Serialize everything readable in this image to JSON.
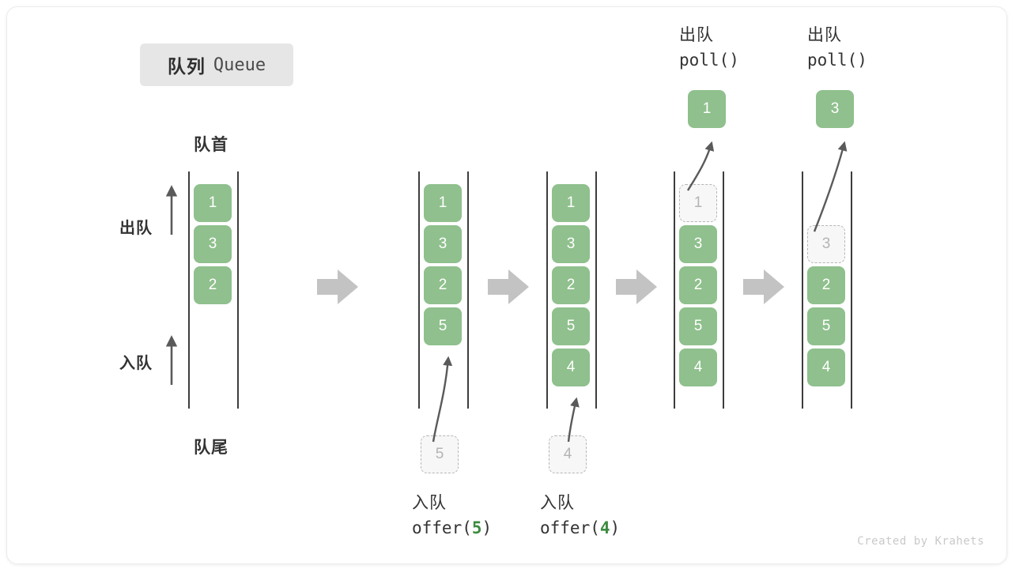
{
  "title": {
    "cn": "队列",
    "en": "Queue"
  },
  "labels": {
    "front": "队首",
    "rear": "队尾",
    "dequeue_side": "出队",
    "enqueue_side": "入队"
  },
  "colors": {
    "cell_fill": "#8fc08d",
    "cell_text": "#ffffff",
    "ghost_fill": "#f7f7f7",
    "ghost_border": "#b6b6b6",
    "ghost_text": "#b4b4b4",
    "rail": "#3d3d3d",
    "arrow": "#5a5a5a",
    "step_arrow": "#c3c3c3",
    "badge_bg": "#e6e6e6",
    "code_arg": "#3d8b40",
    "credit": "#c9c9c9"
  },
  "credit": "Created by Krahets",
  "steps": [
    {
      "id": "initial",
      "cells": [
        {
          "value": "1",
          "slot": 0,
          "state": "filled"
        },
        {
          "value": "3",
          "slot": 1,
          "state": "filled"
        },
        {
          "value": "2",
          "slot": 2,
          "state": "filled"
        }
      ],
      "caption_top": null,
      "caption_bottom": null,
      "ghost_outside": null,
      "popped": null
    },
    {
      "id": "offer-5",
      "cells": [
        {
          "value": "1",
          "slot": 0,
          "state": "filled"
        },
        {
          "value": "3",
          "slot": 1,
          "state": "filled"
        },
        {
          "value": "2",
          "slot": 2,
          "state": "filled"
        },
        {
          "value": "5",
          "slot": 3,
          "state": "filled"
        }
      ],
      "caption_bottom": {
        "cn": "入队",
        "code_prefix": "offer(",
        "code_arg": "5",
        "code_suffix": ")"
      },
      "ghost_outside": {
        "value": "5",
        "position": "bottom"
      },
      "popped": null
    },
    {
      "id": "offer-4",
      "cells": [
        {
          "value": "1",
          "slot": 0,
          "state": "filled"
        },
        {
          "value": "3",
          "slot": 1,
          "state": "filled"
        },
        {
          "value": "2",
          "slot": 2,
          "state": "filled"
        },
        {
          "value": "5",
          "slot": 3,
          "state": "filled"
        },
        {
          "value": "4",
          "slot": 4,
          "state": "filled"
        }
      ],
      "caption_bottom": {
        "cn": "入队",
        "code_prefix": "offer(",
        "code_arg": "4",
        "code_suffix": ")"
      },
      "ghost_outside": {
        "value": "4",
        "position": "bottom"
      },
      "popped": null
    },
    {
      "id": "poll-1",
      "cells": [
        {
          "value": "1",
          "slot": 0,
          "state": "ghost"
        },
        {
          "value": "3",
          "slot": 1,
          "state": "filled"
        },
        {
          "value": "2",
          "slot": 2,
          "state": "filled"
        },
        {
          "value": "5",
          "slot": 3,
          "state": "filled"
        },
        {
          "value": "4",
          "slot": 4,
          "state": "filled"
        }
      ],
      "caption_top": {
        "cn": "出队",
        "code_prefix": "poll(",
        "code_arg": "",
        "code_suffix": ")"
      },
      "popped": {
        "value": "1"
      }
    },
    {
      "id": "poll-3",
      "cells": [
        {
          "value": "3",
          "slot": 1,
          "state": "ghost"
        },
        {
          "value": "2",
          "slot": 2,
          "state": "filled"
        },
        {
          "value": "5",
          "slot": 3,
          "state": "filled"
        },
        {
          "value": "4",
          "slot": 4,
          "state": "filled"
        }
      ],
      "caption_top": {
        "cn": "出队",
        "code_prefix": "poll(",
        "code_arg": "",
        "code_suffix": ")"
      },
      "popped": {
        "value": "3"
      }
    }
  ]
}
